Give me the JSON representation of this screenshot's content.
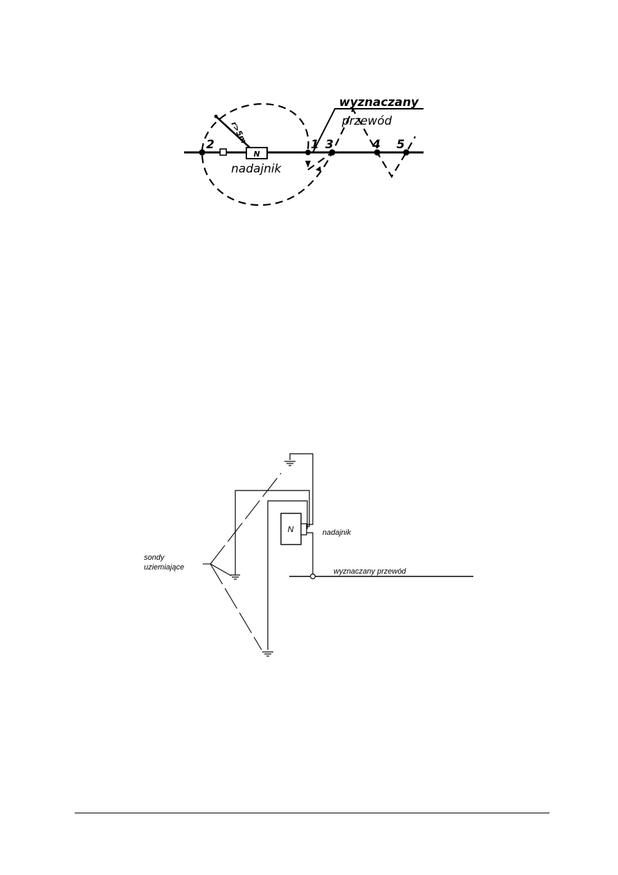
{
  "figure1": {
    "label_wire_line1": "wyznaczany",
    "label_wire_line2": "przewód",
    "label_transmitter": "nadajnik",
    "box_letter": "N",
    "radius_label": "r>5m",
    "points": [
      "1",
      "2",
      "3",
      "4",
      "5"
    ]
  },
  "figure2": {
    "box_letter": "N",
    "label_transmitter": "nadajnik",
    "label_wire": "wyznaczany przewód",
    "label_probes_line1": "sondy",
    "label_probes_line2": "uziemiające"
  }
}
